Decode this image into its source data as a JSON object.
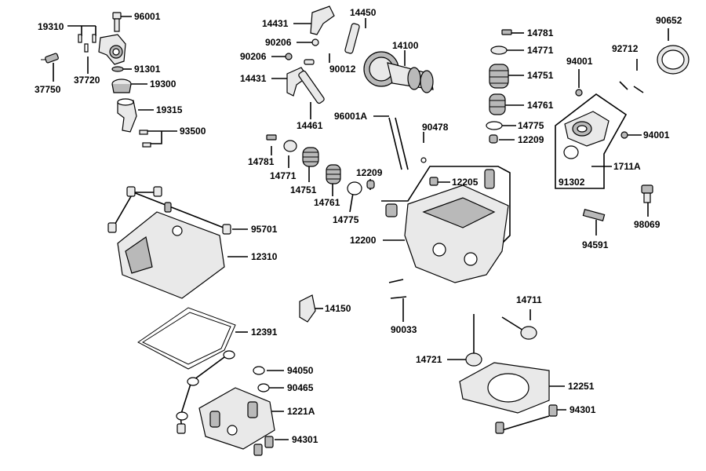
{
  "labels": {
    "l96001": "96001",
    "l19310": "19310",
    "l37750": "37750",
    "l37720": "37720",
    "l91301": "91301",
    "l19300": "19300",
    "l19315": "19315",
    "l93500": "93500",
    "l14431a": "14431",
    "l14450": "14450",
    "l90206a": "90206",
    "l90206b": "90206",
    "l90012": "90012",
    "l14100": "14100",
    "l14431b": "14431",
    "l14461": "14461",
    "l96001A": "96001A",
    "l90478": "90478",
    "l14781a": "14781",
    "l14771a": "14771",
    "l14751a": "14751",
    "l14761a": "14761",
    "l14775a": "14775",
    "l12209a": "12209",
    "l14781b": "14781",
    "l14771b": "14771",
    "l14751b": "14751",
    "l14761b": "14761",
    "l14775b": "14775",
    "l12209b": "12209",
    "l12205": "12205",
    "l12200": "12200",
    "l94001a": "94001",
    "l92712": "92712",
    "l90652": "90652",
    "l94001b": "94001",
    "l1711A": "1711A",
    "l91302": "91302",
    "l98069": "98069",
    "l94591": "94591",
    "l95701": "95701",
    "l12310": "12310",
    "l14150": "14150",
    "l12391": "12391",
    "l90033": "90033",
    "l14711": "14711",
    "l14721": "14721",
    "l12251": "12251",
    "l94050": "94050",
    "l90465": "90465",
    "l1221A": "1221A",
    "l94301a": "94301",
    "l94301b": "94301"
  }
}
